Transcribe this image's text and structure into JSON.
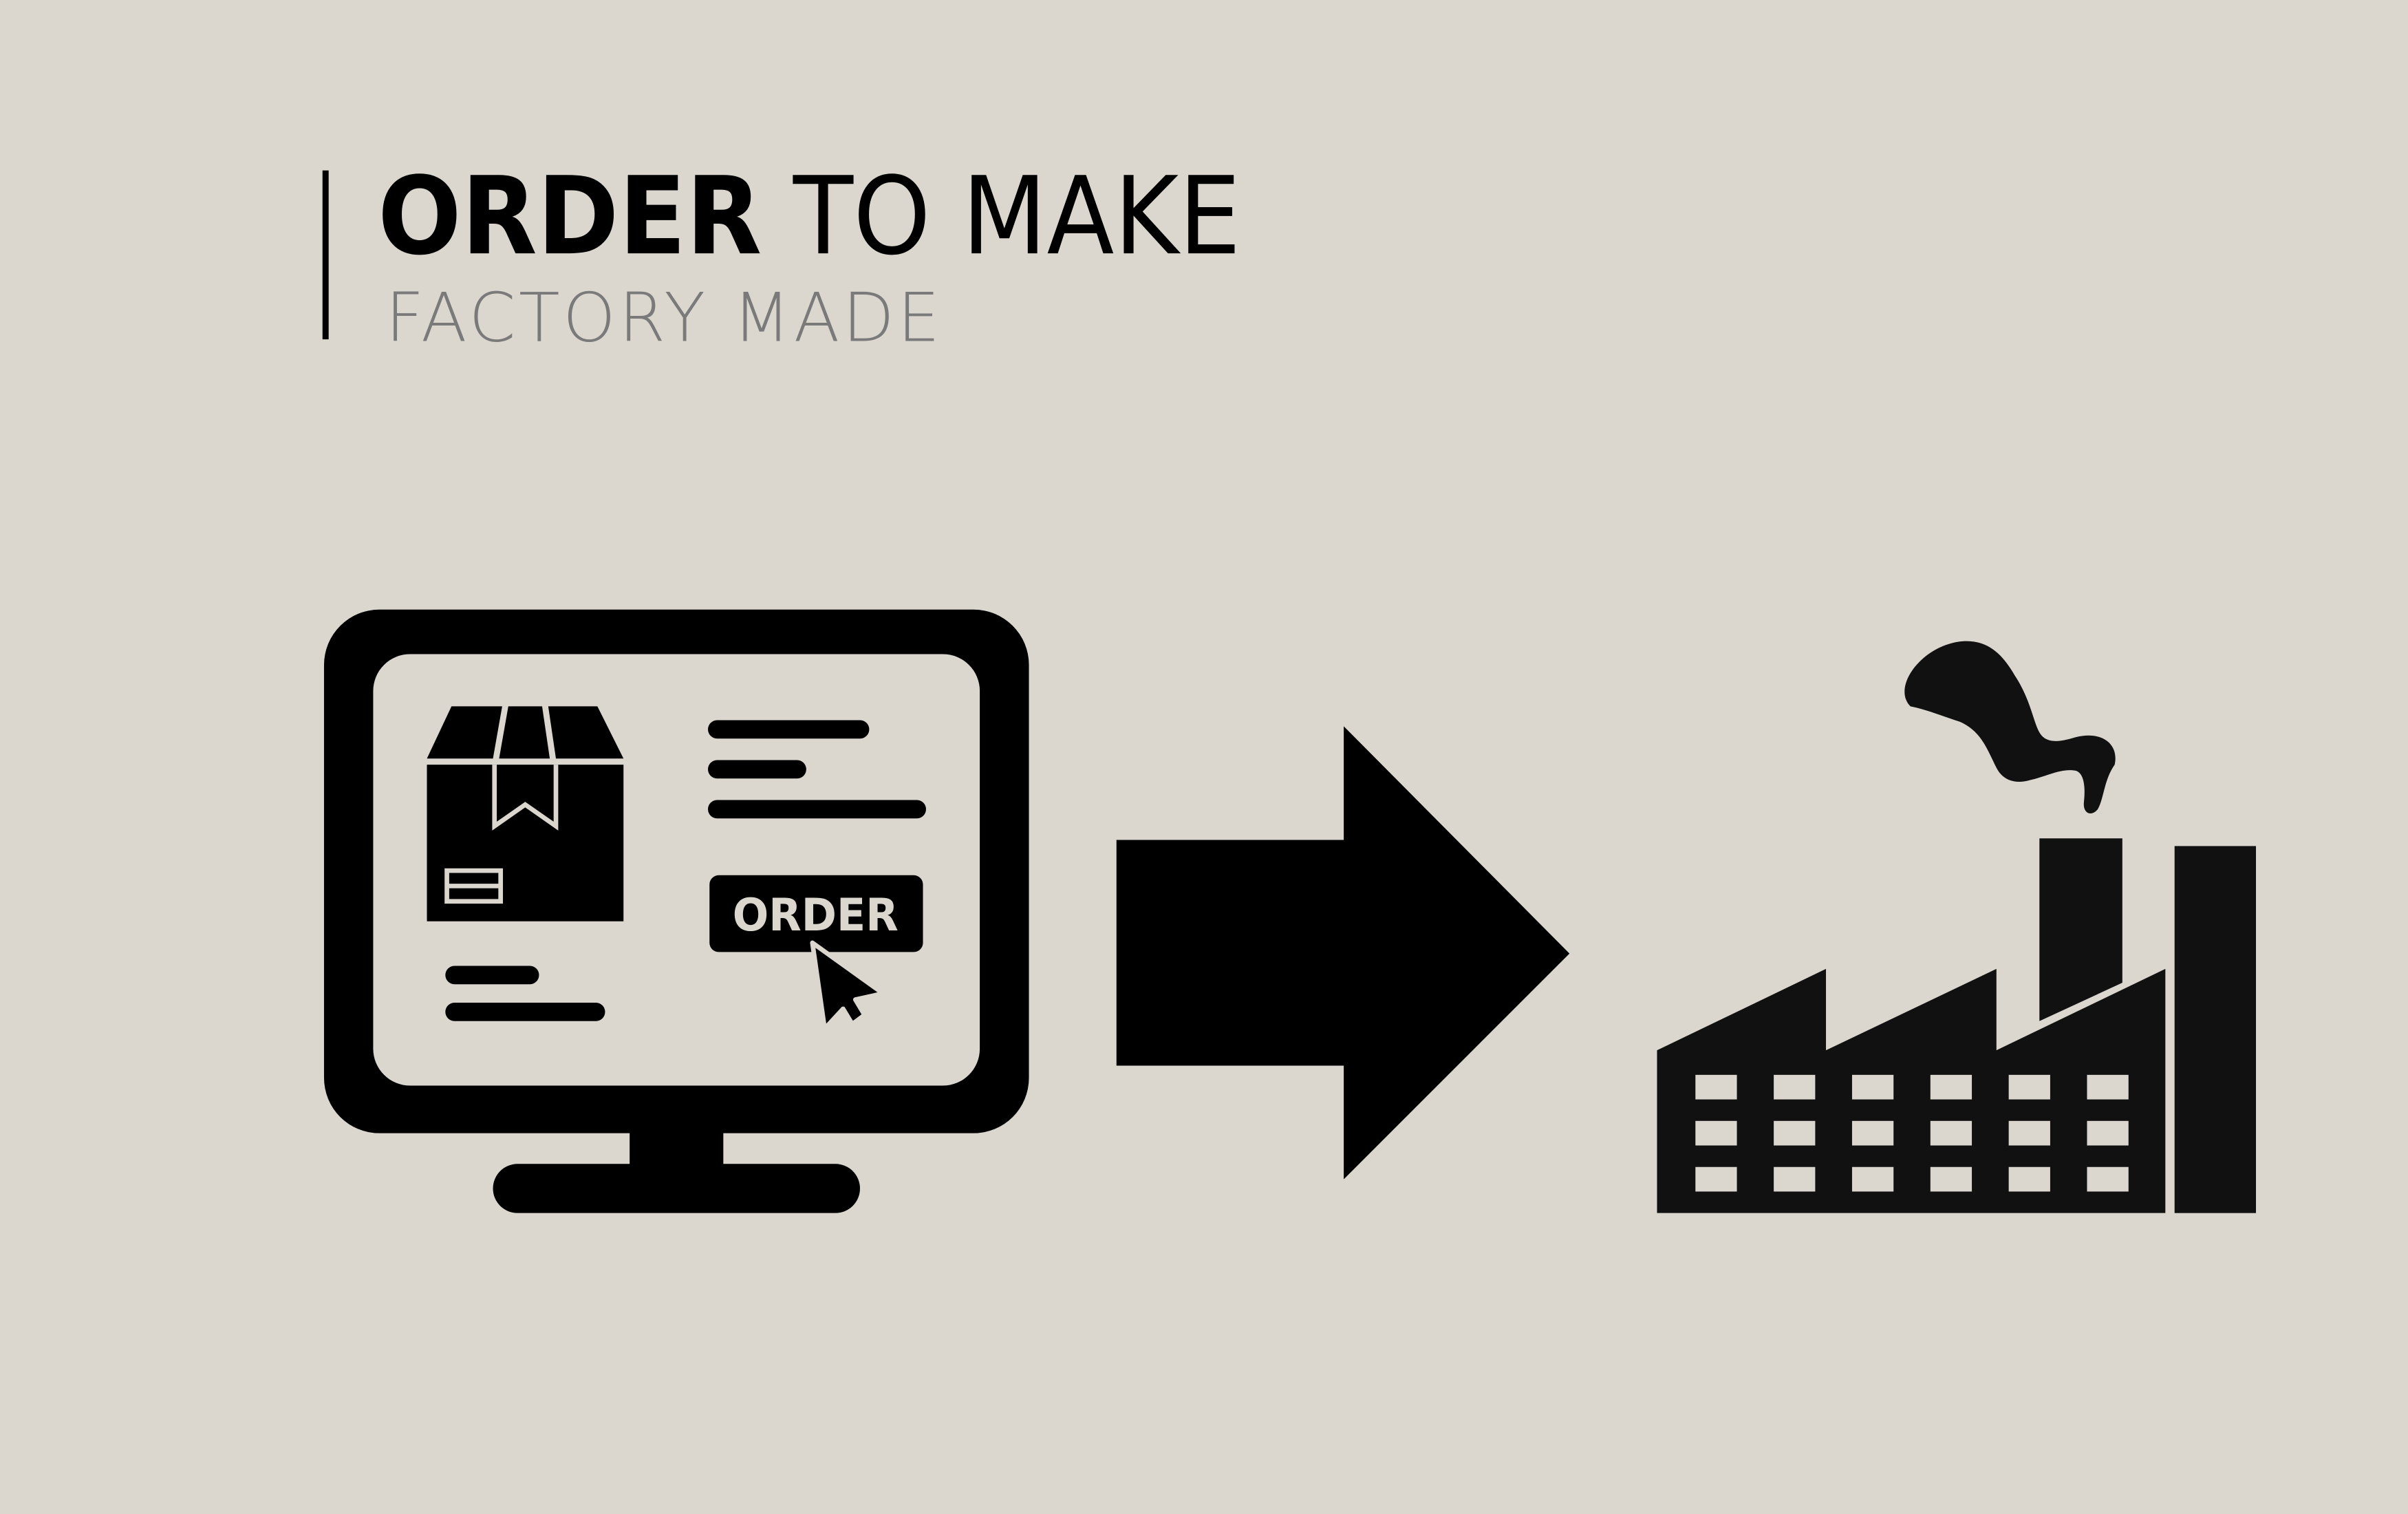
{
  "header": {
    "title_bold": "ORDER",
    "title_rest": "TO MAKE",
    "subtitle": "FACTORY MADE"
  },
  "monitor": {
    "order_button_label": "ORDER"
  },
  "icons": [
    "monitor-icon",
    "package-box-icon",
    "cursor-icon",
    "arrow-right-icon",
    "factory-icon",
    "smoke-icon"
  ],
  "colors": {
    "background": "#dbd7cf",
    "foreground": "#000000",
    "factory": "#111111",
    "subtitle": "#7a7a7a"
  }
}
